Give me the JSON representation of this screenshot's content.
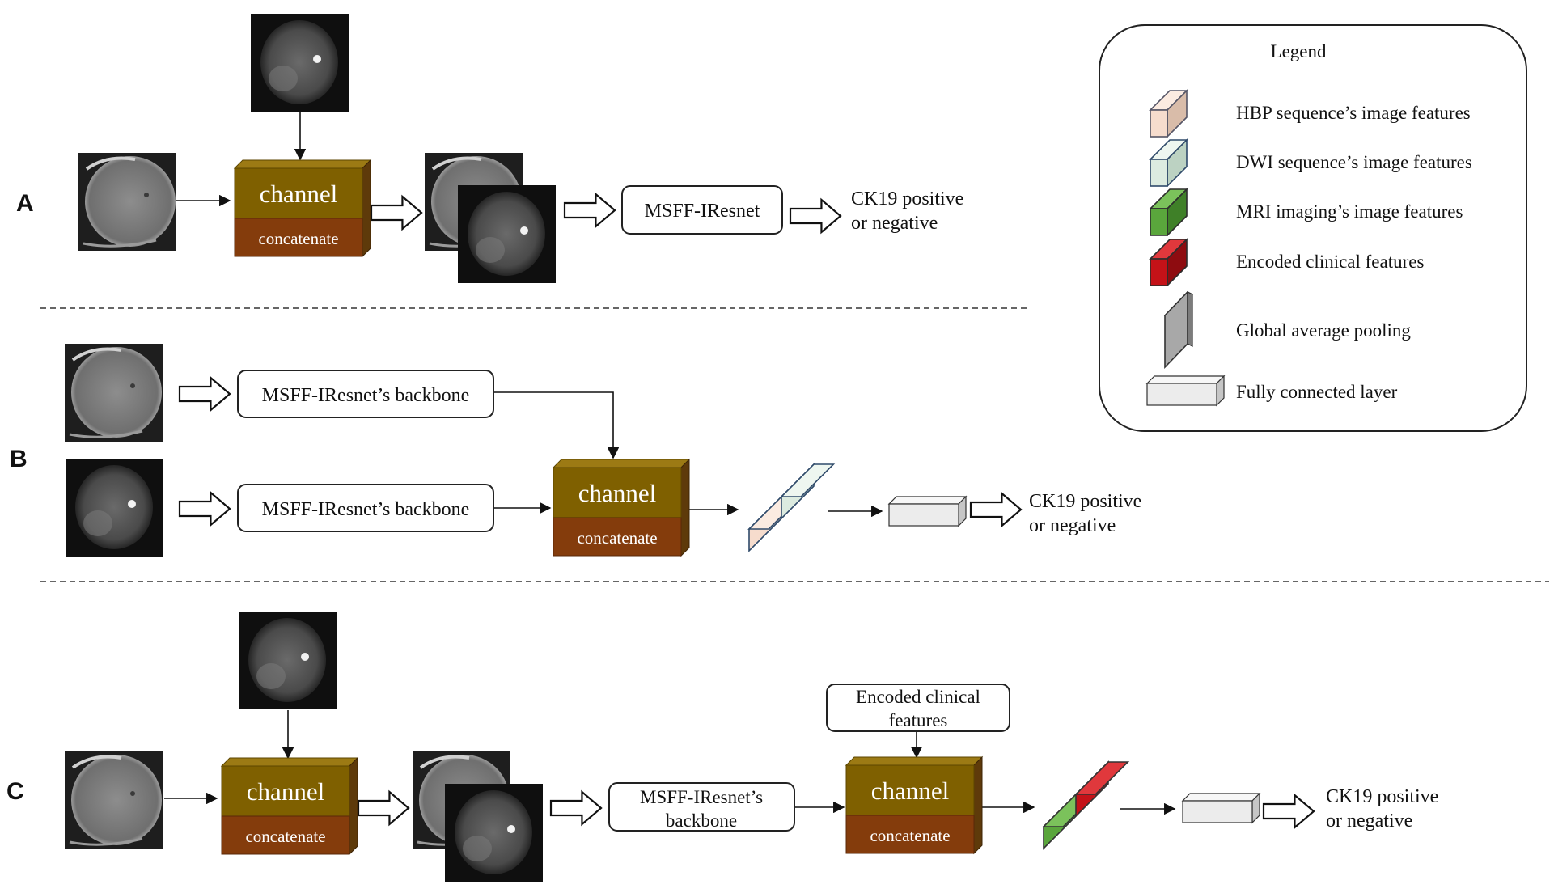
{
  "panels": {
    "a": {
      "label": "A",
      "model_box": "MSFF-IResnet",
      "output_line1": "CK19 positive",
      "output_line2": "or negative"
    },
    "b": {
      "label": "B",
      "backbone_1": "MSFF-IResnet’s backbone",
      "backbone_2": "MSFF-IResnet’s backbone",
      "output_line1": "CK19 positive",
      "output_line2": "or negative"
    },
    "c": {
      "label": "C",
      "backbone_line1": "MSFF-IResnet’s",
      "backbone_line2": "backbone",
      "clinical_line1": "Encoded clinical",
      "clinical_line2": "features",
      "output_line1": "CK19 positive",
      "output_line2": "or negative"
    }
  },
  "concat_block": {
    "top": "channel",
    "bottom": "concatenate"
  },
  "legend": {
    "title": "Legend",
    "items": [
      {
        "label": "HBP sequence’s image features",
        "color": "#f6dccd"
      },
      {
        "label": "DWI sequence’s image features",
        "color": "#dcebe0"
      },
      {
        "label": "MRI imaging’s image features",
        "color": "#5aa63c"
      },
      {
        "label": "Encoded clinical features",
        "color": "#c41218"
      },
      {
        "label": "Global average pooling",
        "color": "#a8a8a8"
      },
      {
        "label": "Fully connected layer",
        "color": "#ececec"
      }
    ]
  },
  "colors": {
    "channel_top": "#7f6000",
    "channel_bottom": "#843c0c"
  }
}
